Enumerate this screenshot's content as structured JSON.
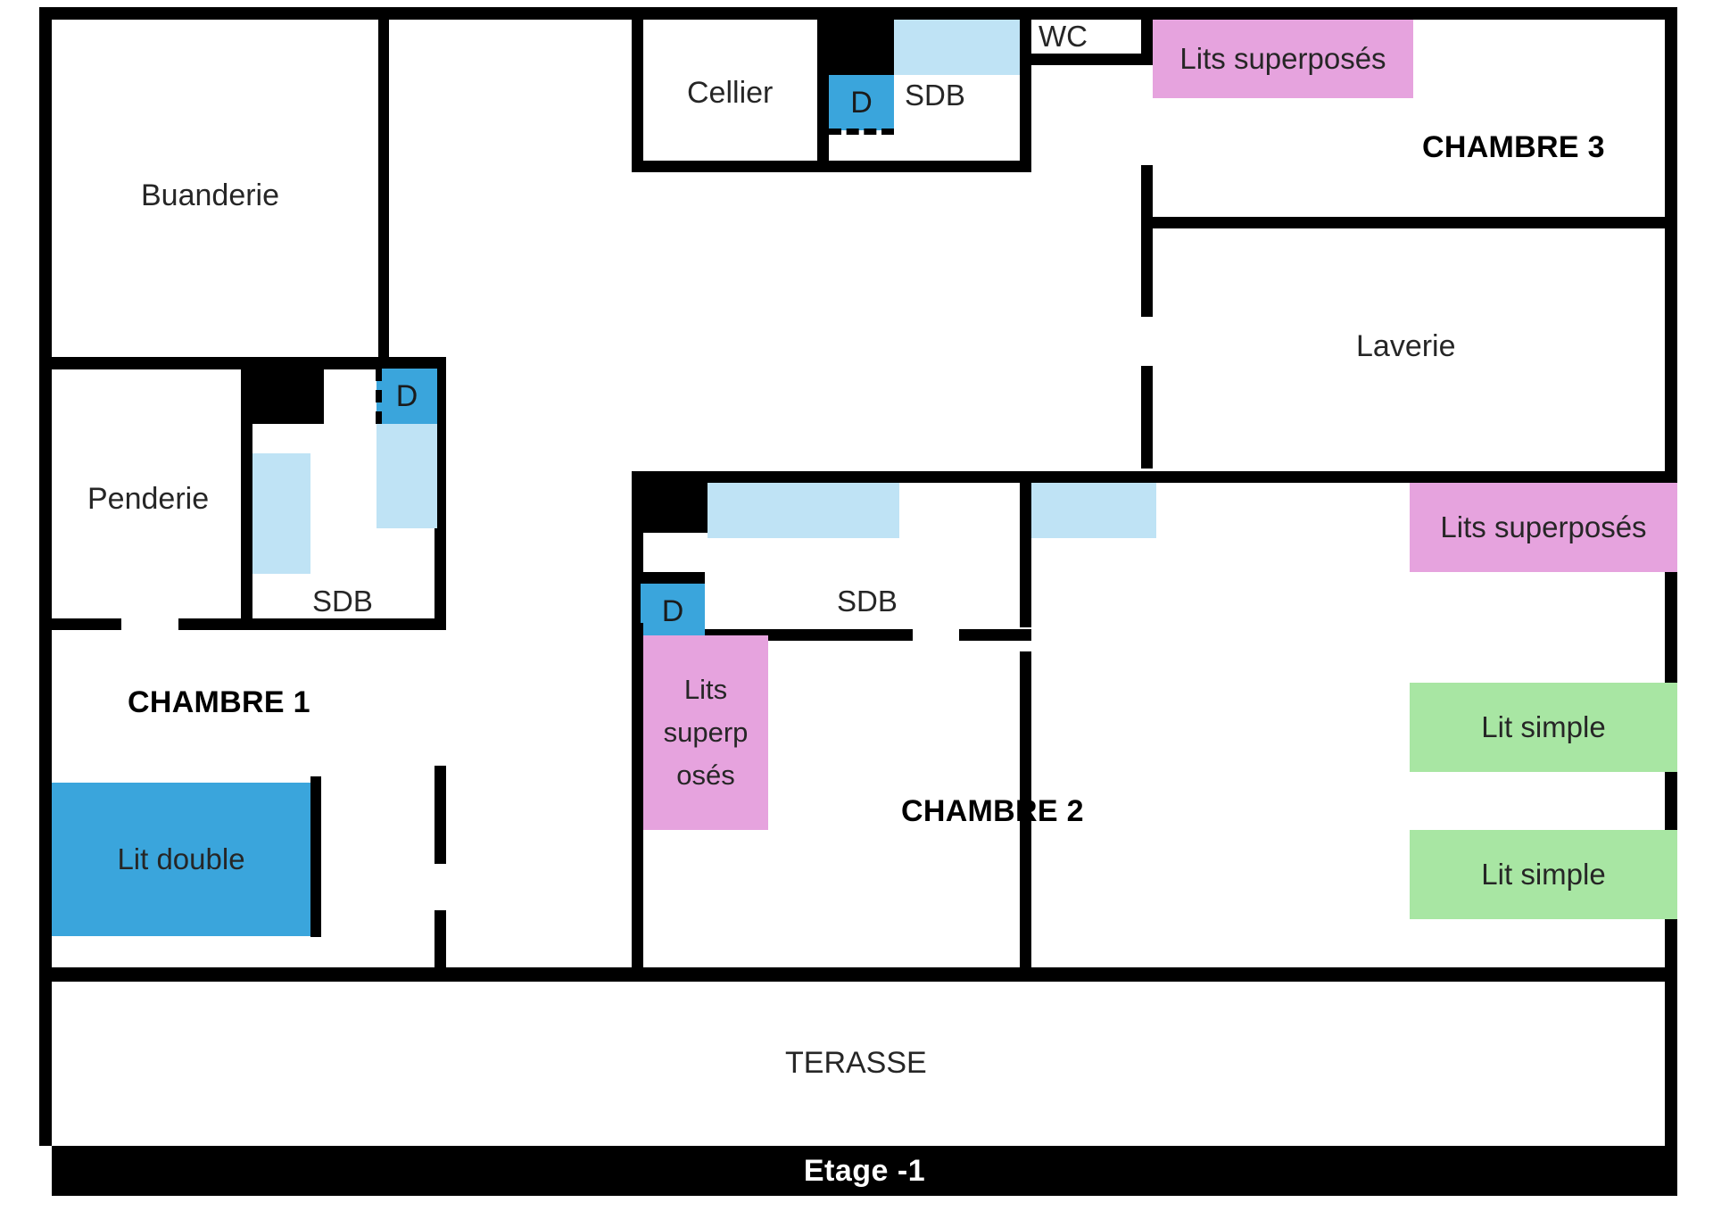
{
  "plan": {
    "floor_banner": "Etage -1",
    "terrace_label": "TERASSE",
    "rooms": [
      {
        "id": "buanderie",
        "label": "Buanderie",
        "style": "normal"
      },
      {
        "id": "penderie",
        "label": "Penderie",
        "style": "normal"
      },
      {
        "id": "cellier",
        "label": "Cellier",
        "style": "normal"
      },
      {
        "id": "wc",
        "label": "WC",
        "style": "normal"
      },
      {
        "id": "laverie",
        "label": "Laverie",
        "style": "normal"
      },
      {
        "id": "sdb1",
        "label": "SDB",
        "style": "normal"
      },
      {
        "id": "sdb2",
        "label": "SDB",
        "style": "normal"
      },
      {
        "id": "sdb3",
        "label": "SDB",
        "style": "normal"
      },
      {
        "id": "chambre1",
        "label": "CHAMBRE 1",
        "style": "bold"
      },
      {
        "id": "chambre2",
        "label": "CHAMBRE 2",
        "style": "bold"
      },
      {
        "id": "chambre3",
        "label": "CHAMBRE 3",
        "style": "bold"
      }
    ],
    "beds": [
      {
        "id": "lit-double-ch1",
        "label": "Lit double",
        "color": "#3aa5dc",
        "room": "CHAMBRE 1"
      },
      {
        "id": "lits-superposes-ch2",
        "label": "Lits superposés",
        "color": "#e6a3de",
        "room": "CHAMBRE 2"
      },
      {
        "id": "lits-superposes-ch3-top",
        "label": "Lits superposés",
        "color": "#e6a3de",
        "room": "CHAMBRE 3"
      },
      {
        "id": "lits-superposes-ch3-mid",
        "label": "Lits superposés",
        "color": "#e6a3de",
        "room": "CHAMBRE 3"
      },
      {
        "id": "lit-simple-ch3-a",
        "label": "Lit simple",
        "color": "#a8e6a3",
        "room": "CHAMBRE 3"
      },
      {
        "id": "lit-simple-ch3-b",
        "label": "Lit simple",
        "color": "#a8e6a3",
        "room": "CHAMBRE 3"
      }
    ],
    "bunk_wrapped": {
      "line1": "Lits",
      "line2": "superp",
      "line3": "osés"
    },
    "showers": [
      {
        "id": "shower-sdb-cellier",
        "label": "D"
      },
      {
        "id": "shower-sdb-ch1",
        "label": "D"
      },
      {
        "id": "shower-sdb-ch2",
        "label": "D"
      }
    ],
    "colors": {
      "wall": "#000000",
      "fixture": "#bfe3f5",
      "shower": "#3aa5dc",
      "bed_double": "#3aa5dc",
      "bed_bunk": "#e6a3de",
      "bed_single": "#a8e6a3",
      "text": "#262626",
      "background": "#ffffff"
    }
  }
}
